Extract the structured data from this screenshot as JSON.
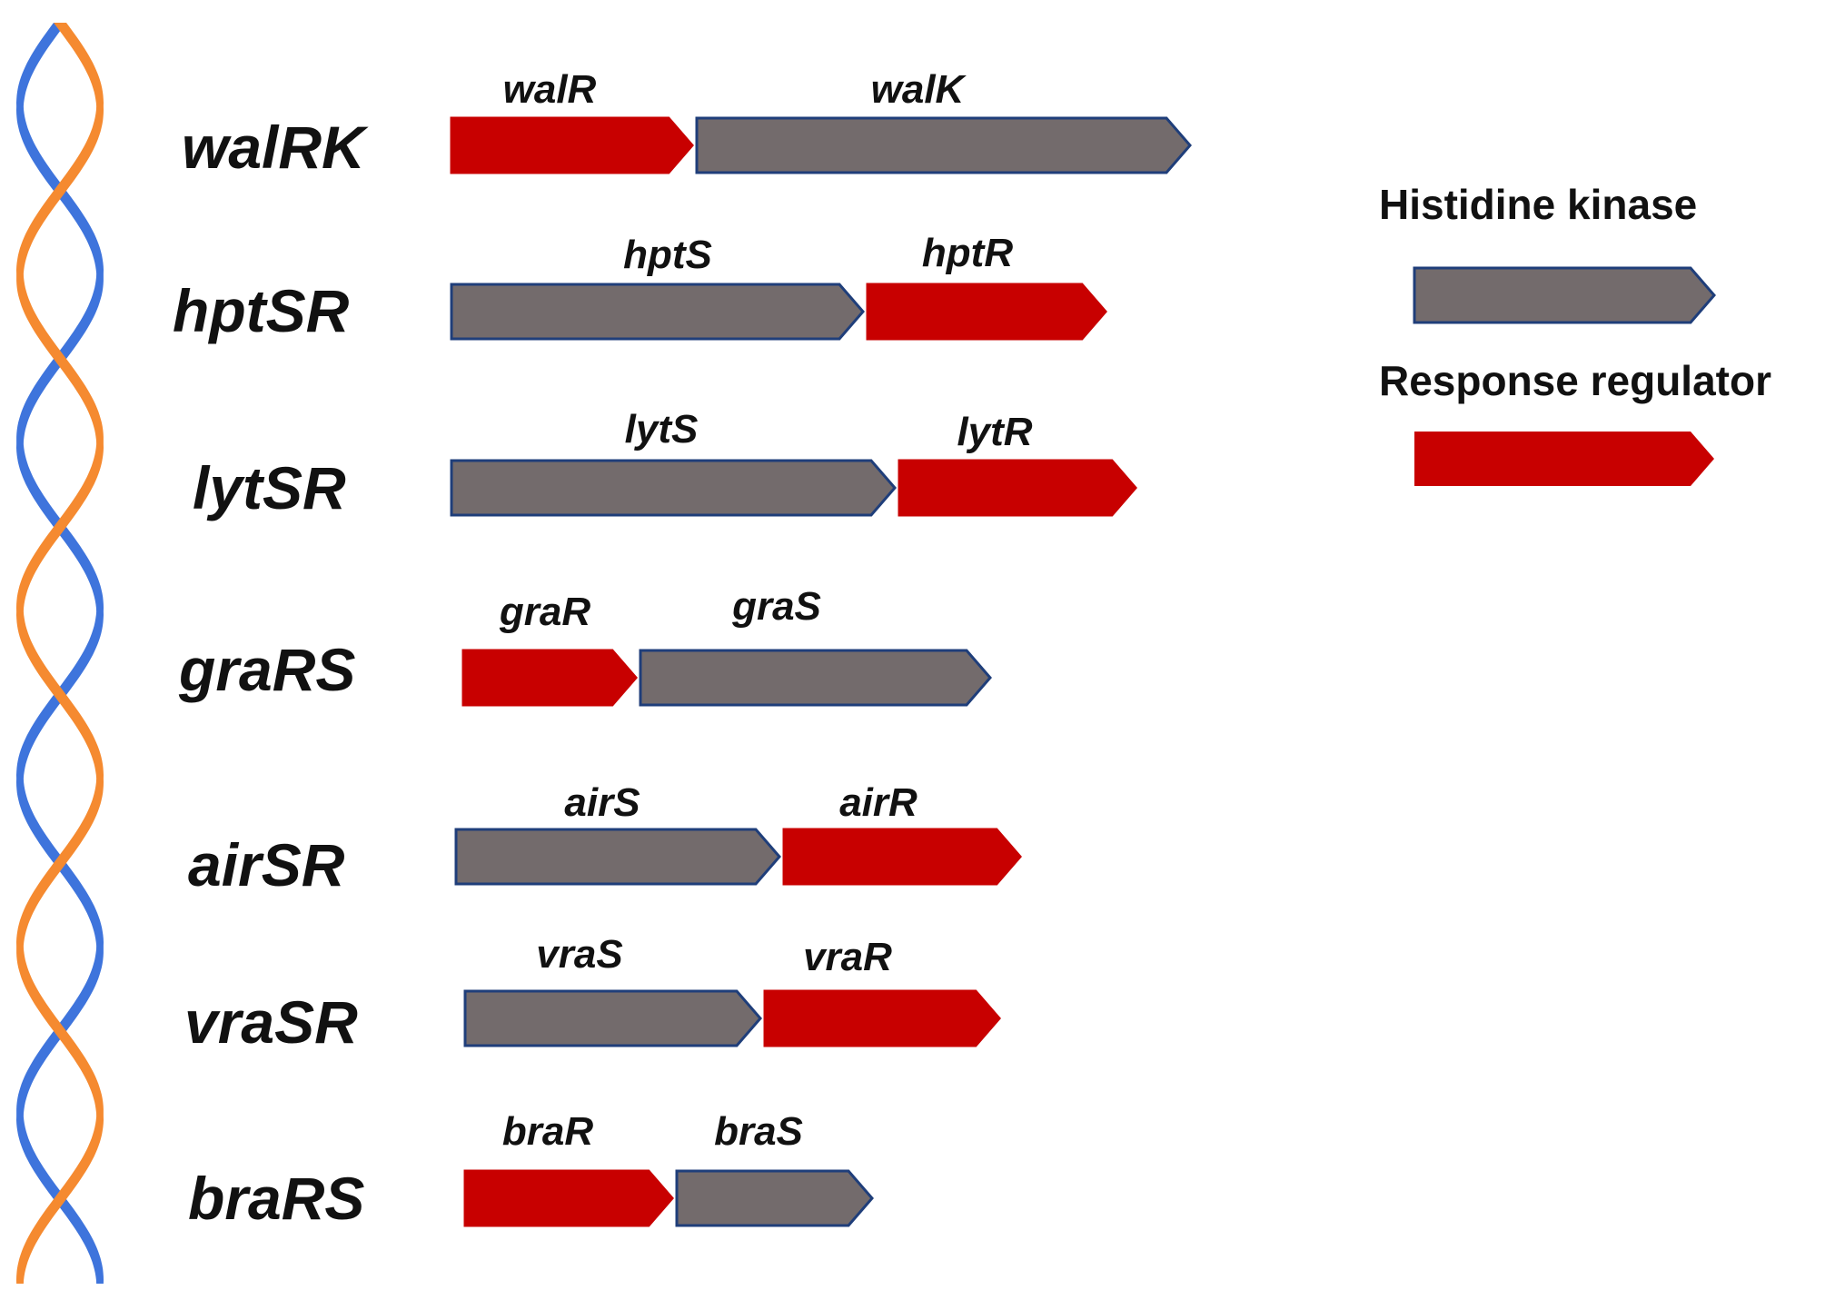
{
  "colors": {
    "histidine_kinase": "#736B6C",
    "response_regulator": "#C80000",
    "outline": "#1F3E7A",
    "helix_strand_a": "#F58A30",
    "helix_strand_b": "#3E74DC"
  },
  "legend": {
    "kinase_label": "Histidine kinase",
    "regulator_label": "Response regulator"
  },
  "operons": [
    {
      "name": "walRK",
      "genes": [
        {
          "label": "walR",
          "type": "regulator"
        },
        {
          "label": "walK",
          "type": "kinase"
        }
      ]
    },
    {
      "name": "hptSR",
      "genes": [
        {
          "label": "hptS",
          "type": "kinase"
        },
        {
          "label": "hptR",
          "type": "regulator"
        }
      ]
    },
    {
      "name": "lytSR",
      "genes": [
        {
          "label": "lytS",
          "type": "kinase"
        },
        {
          "label": "lytR",
          "type": "regulator"
        }
      ]
    },
    {
      "name": "graRS",
      "genes": [
        {
          "label": "graR",
          "type": "regulator"
        },
        {
          "label": "graS",
          "type": "kinase"
        }
      ]
    },
    {
      "name": "airSR",
      "genes": [
        {
          "label": "airS",
          "type": "kinase"
        },
        {
          "label": "airR",
          "type": "regulator"
        }
      ]
    },
    {
      "name": "vraSR",
      "genes": [
        {
          "label": "vraS",
          "type": "kinase"
        },
        {
          "label": "vraR",
          "type": "regulator"
        }
      ]
    },
    {
      "name": "braRS",
      "genes": [
        {
          "label": "braR",
          "type": "regulator"
        },
        {
          "label": "braS",
          "type": "kinase"
        }
      ]
    }
  ]
}
